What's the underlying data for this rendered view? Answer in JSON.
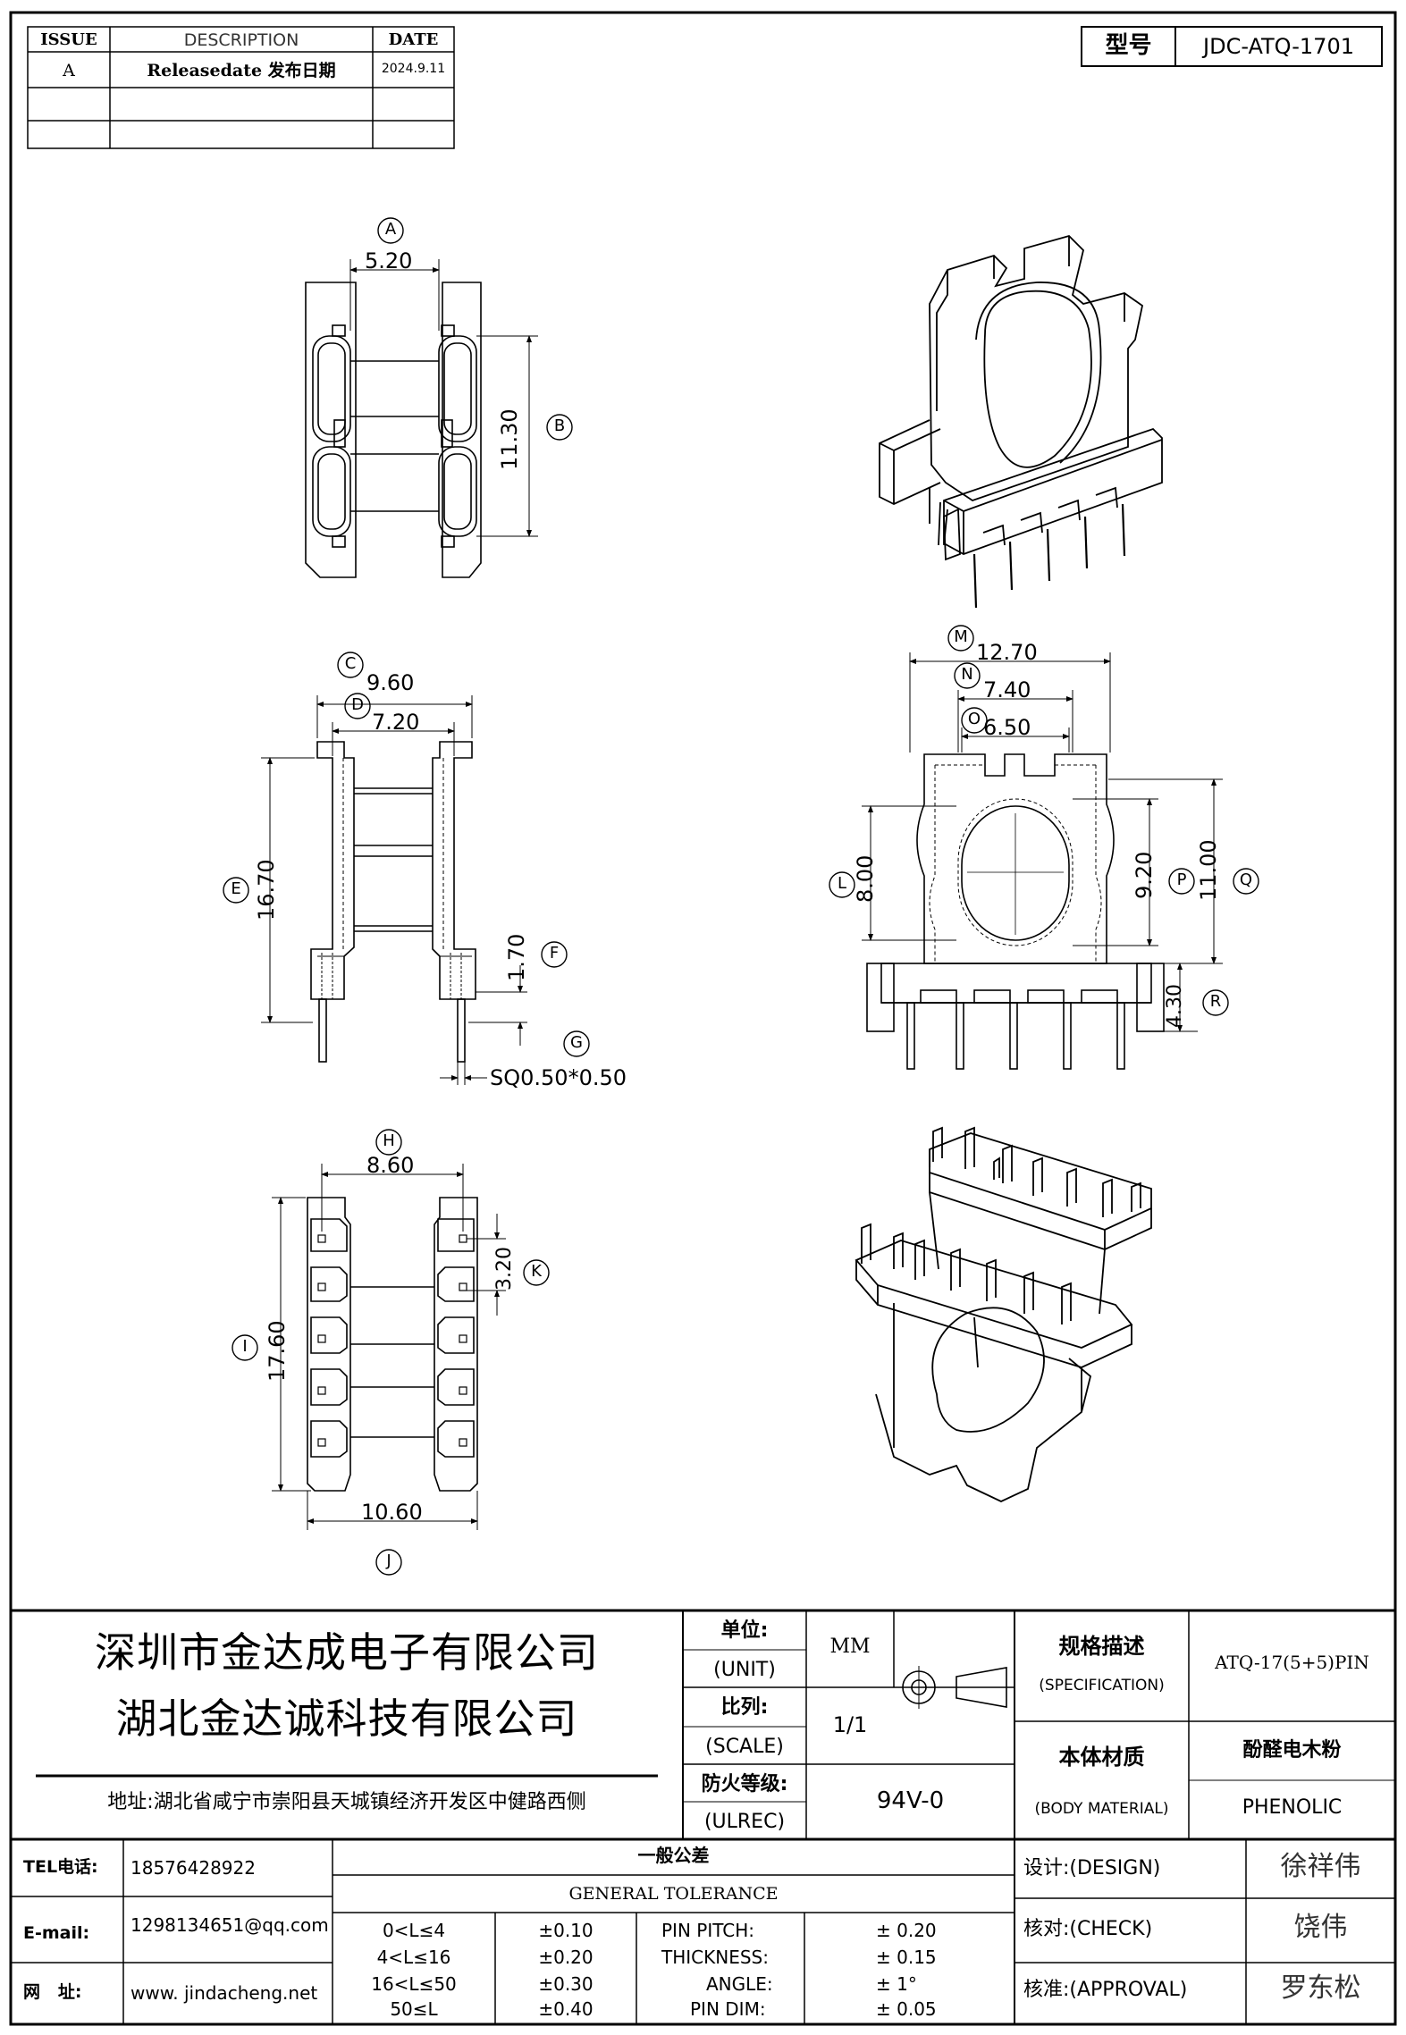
{
  "revision_table": {
    "headers": {
      "issue": "ISSUE",
      "description": "DESCRIPTION",
      "date": "DATE"
    },
    "rows": [
      {
        "issue": "A",
        "description": "Releasedate 发布日期",
        "date": "2024.9.11"
      },
      {
        "issue": "",
        "description": "",
        "date": ""
      },
      {
        "issue": "",
        "description": "",
        "date": ""
      }
    ]
  },
  "model": {
    "label": "型号",
    "value": "JDC-ATQ-1701"
  },
  "top_view": {
    "dim_a": "5.20",
    "dim_b": "11.30",
    "tag_a": "A",
    "tag_b": "B"
  },
  "side_view": {
    "dim_c": "9.60",
    "dim_d": "7.20",
    "dim_e": "16.70",
    "dim_f": "1.70",
    "dim_g": "SQ0.50*0.50",
    "tag_c": "C",
    "tag_d": "D",
    "tag_e": "E",
    "tag_f": "F",
    "tag_g": "G"
  },
  "front_view": {
    "dim_m": "12.70",
    "dim_n": "7.40",
    "dim_o": "6.50",
    "dim_l": "8.00",
    "dim_p": "9.20",
    "dim_q": "11.00",
    "dim_r": "4.30",
    "tag_m": "M",
    "tag_n": "N",
    "tag_o": "O",
    "tag_l": "L",
    "tag_p": "P",
    "tag_q": "Q",
    "tag_r": "R"
  },
  "bottom_view": {
    "dim_h": "8.60",
    "dim_i": "17.60",
    "dim_j": "10.60",
    "dim_k": "3.20",
    "tag_h": "H",
    "tag_i": "I",
    "tag_j": "J",
    "tag_k": "K"
  },
  "title_block": {
    "company_1": "深圳市金达成电子有限公司",
    "company_2": "湖北金达诚科技有限公司",
    "address": "地址:湖北省咸宁市崇阳县天城镇经济开发区中健路西侧",
    "unit_cn": "单位:",
    "unit_en": "(UNIT)",
    "unit_value": "MM",
    "scale_cn": "比列:",
    "scale_en": "(SCALE)",
    "scale_value": "1/1",
    "fire_cn": "防火等级:",
    "fire_en": "(ULREC)",
    "fire_value": "94V-0",
    "spec_cn": "规格描述",
    "spec_en": "(SPECIFICATION)",
    "spec_value": "ATQ-17(5+5)PIN",
    "material_cn": "本体材质",
    "material_en": "(BODY MATERIAL)",
    "material_value_cn": "酚醛电木粉",
    "material_value_en": "PHENOLIC",
    "tel_label": "TEL电话:",
    "tel_value": "18576428922",
    "email_label": "E-mail:",
    "email_value": "1298134651@qq.com",
    "web_label": "网   址:",
    "web_value": "www. jindacheng.net",
    "tolerance_cn": "一般公差",
    "tolerance_en": "GENERAL TOLERANCE",
    "tolerance_rows": [
      {
        "range": "0<L≤4",
        "value": "±0.10",
        "item": "PIN PITCH:",
        "item_value": "± 0.20"
      },
      {
        "range": "4<L≤16",
        "value": "±0.20",
        "item": "THICKNESS:",
        "item_value": "± 0.15"
      },
      {
        "range": "16<L≤50",
        "value": "±0.30",
        "item": "ANGLE:",
        "item_value": "± 1°"
      },
      {
        "range": "50≤L",
        "value": "±0.40",
        "item": "PIN DIM:",
        "item_value": "± 0.05"
      }
    ],
    "design_label": "设计:(DESIGN)",
    "design_name": "徐祥伟",
    "check_label": "核对:(CHECK)",
    "check_name": "饶伟",
    "approval_label": "核准:(APPROVAL)",
    "approval_name": "罗东松"
  }
}
